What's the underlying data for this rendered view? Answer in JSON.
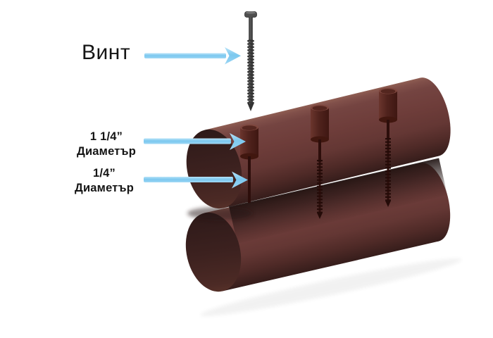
{
  "diagram": {
    "title": "Винт",
    "labels": {
      "screw": "Винт",
      "counterbore_line1": "1 1/4”",
      "counterbore_line2": "Диаметър",
      "pilot_line1": "1/4”",
      "pilot_line2": "Диаметър"
    },
    "icons": {
      "arrow_screw": "arrow-right-icon",
      "arrow_counterbore": "arrow-right-icon",
      "arrow_pilot": "arrow-right-icon"
    },
    "colors": {
      "background": "#ffffff",
      "arrow_blue": "#7cc8ef",
      "arrow_blue_light": "#b9e3f8",
      "log_body": "#6e3d3a",
      "log_highlight": "#8f5e53",
      "log_dark_bottom": "#361d1b",
      "log_end_face": "#3c211f",
      "log_gap_shadow": "#1a0d0c",
      "hole_bore": "#50231d",
      "screw_metal": "#454545",
      "screw_thread_dark": "#383838",
      "embedded_screw": "#2d0e0b",
      "text": "#151515"
    }
  }
}
